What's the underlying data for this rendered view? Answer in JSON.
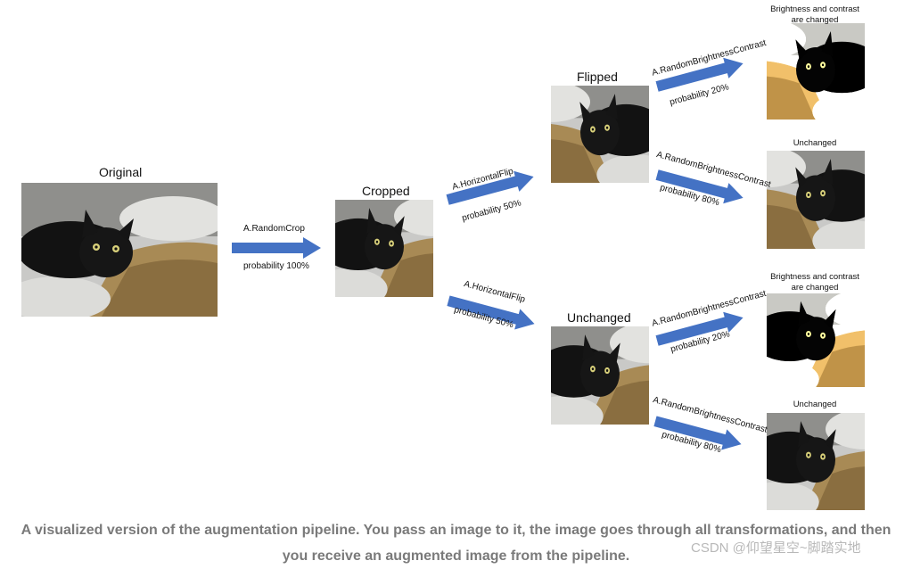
{
  "stages": {
    "original": "Original",
    "cropped": "Cropped",
    "flipped": "Flipped",
    "unchanged_mid": "Unchanged"
  },
  "results": {
    "top_changed": [
      "Brightness and contrast",
      "are changed"
    ],
    "top_unchanged": "Unchanged",
    "bottom_changed": [
      "Brightness and contrast",
      "are changed"
    ],
    "bottom_unchanged": "Unchanged"
  },
  "transforms": {
    "crop": {
      "name": "A.RandomCrop",
      "prob": "probability 100%"
    },
    "flip_yes": {
      "name": "A.HorizontalFlip",
      "prob": "probability 50%"
    },
    "flip_no": {
      "name": "A.HorizontalFlip",
      "prob": "probability 50%"
    },
    "bc_top_yes": {
      "name": "A.RandomBrightnessContrast",
      "prob": "probability 20%"
    },
    "bc_top_no": {
      "name": "A.RandomBrightnessContrast",
      "prob": "probability 80%"
    },
    "bc_bot_yes": {
      "name": "A.RandomBrightnessContrast",
      "prob": "probability 20%"
    },
    "bc_bot_no": {
      "name": "A.RandomBrightnessContrast",
      "prob": "probability 80%"
    }
  },
  "caption": {
    "line1": "A visualized version of the augmentation pipeline. You pass an image to it, the image goes through all transformations, and then",
    "line2": "you receive an augmented image from the pipeline."
  },
  "watermark": "CSDN @仰望星空~脚踏实地",
  "colors": {
    "arrow": "#4472c4",
    "caption": "#7a7a7a"
  }
}
